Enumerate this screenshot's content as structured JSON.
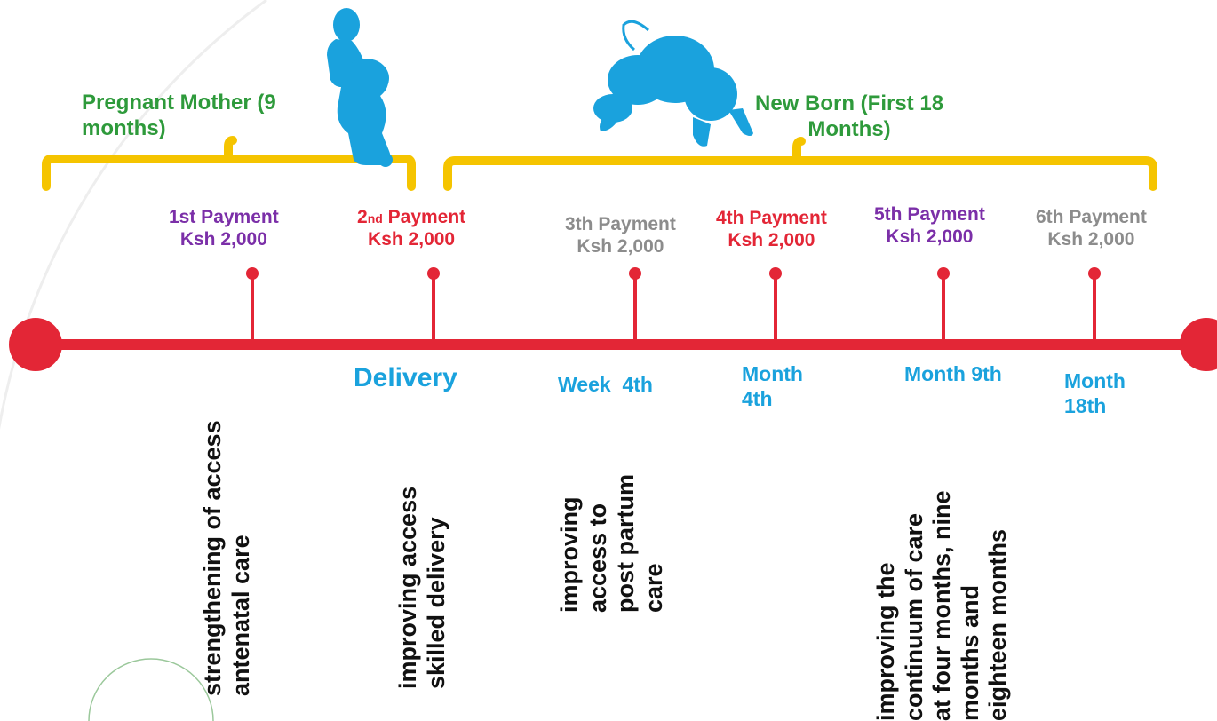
{
  "colors": {
    "timeline": "#e32636",
    "bracket": "#f5c400",
    "figure": "#1aa2dd",
    "heading": "#2e9a3b",
    "purple": "#7b2fa8",
    "gray": "#8c8c8c",
    "blue": "#1aa2dd"
  },
  "groups": {
    "mother": "Pregnant Mother (9\nmonths)",
    "newborn": "New Born (First 18\nMonths)"
  },
  "payments": [
    {
      "title": "1st Payment",
      "amount": "Ksh 2,000",
      "color": "purple"
    },
    {
      "title_num": "2",
      "title_sup": "nd",
      "title_rest": " Payment",
      "amount": "Ksh 2,000",
      "color": "red"
    },
    {
      "title": "3th Payment",
      "amount": "Ksh 2,000",
      "color": "gray"
    },
    {
      "title": "4th Payment",
      "amount": "Ksh 2,000",
      "color": "red"
    },
    {
      "title": "5th Payment",
      "amount": "Ksh 2,000",
      "color": "purple"
    },
    {
      "title": "6th Payment",
      "amount": "Ksh 2,000",
      "color": "gray"
    }
  ],
  "stages": {
    "delivery": "Delivery",
    "week4": "Week  4th",
    "month4": "Month\n4th",
    "month9": "Month 9th",
    "month18": "Month\n18th"
  },
  "purposes": {
    "antenatal": "strengthening of access\nantenatal care",
    "skilled": "improving access\nskilled delivery",
    "postpartum": "improving\naccess to\npost partum\ncare",
    "continuum": "improving the\ncontinuum of care\nat four months, nine\nmonths and\neighteen months"
  }
}
